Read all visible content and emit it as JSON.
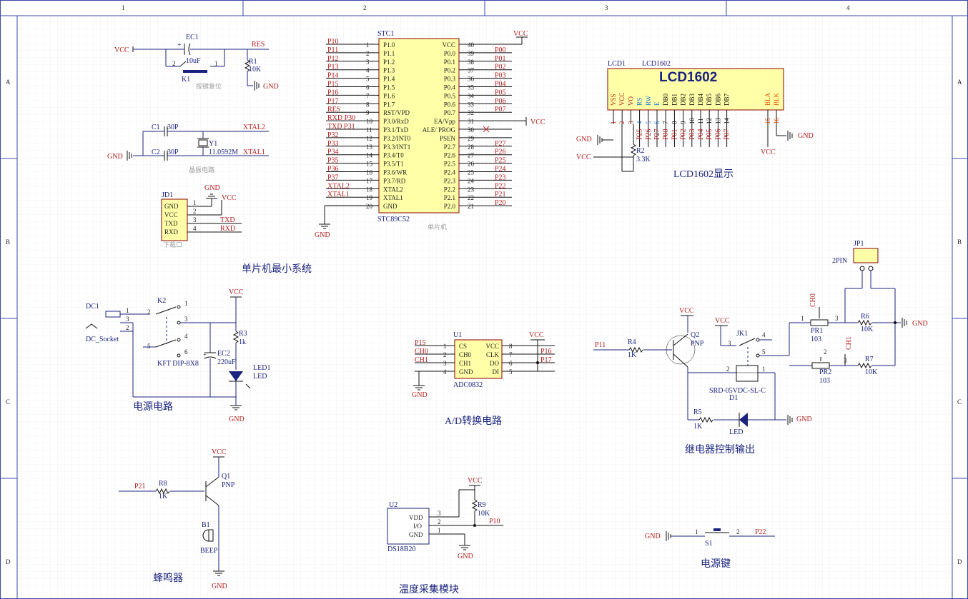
{
  "frame": {
    "columns": [
      "1",
      "2",
      "3",
      "4"
    ],
    "rows": [
      "A",
      "B",
      "C",
      "D"
    ]
  },
  "sections": {
    "mcu_min": "单片机最小系统",
    "power": "电源电路",
    "ad": "A/D转换电路",
    "relay": "继电器控制输出",
    "buzzer": "蜂鸣器",
    "temp": "温度采集模块",
    "power_key": "电源键",
    "lcd": "LCD1602显示"
  },
  "captions": {
    "reset": "按键复位",
    "crystal": "晶振电路",
    "download": "下载口",
    "mcu": "单片机"
  },
  "reset": {
    "vcc": "VCC",
    "ec1": "EC1",
    "ec1_val": "10uF",
    "plus": "+",
    "res": "RES",
    "r1": "R1",
    "r1_val": "10K",
    "gnd": "GND",
    "k1": "K1",
    "p2": "2",
    "p1": "1"
  },
  "crystal": {
    "c1": "C1",
    "c1_val": "30P",
    "c2": "C2",
    "c2_val": "30P",
    "y1": "Y1",
    "y1_val": "11.0592M",
    "xtal2": "XTAL2",
    "xtal1": "XTAL1",
    "gnd": "GND"
  },
  "jd1": {
    "ref": "JD1",
    "gnd": "GND",
    "vcc": "VCC",
    "pins": [
      "GND",
      "VCC",
      "TXD",
      "RXD"
    ],
    "nums": [
      "1",
      "2",
      "3",
      "4"
    ],
    "nets": [
      "TXD",
      "RXD"
    ]
  },
  "stc": {
    "ref": "STC1",
    "part": "STC89C52",
    "vcc": "VCC",
    "gnd": "GND",
    "vcc2": "VCC",
    "left": [
      {
        "net": "P10",
        "num": "1",
        "pin": "P1.0"
      },
      {
        "net": "P11",
        "num": "2",
        "pin": "P1.1"
      },
      {
        "net": "P12",
        "num": "3",
        "pin": "P1.2"
      },
      {
        "net": "P13",
        "num": "4",
        "pin": "P1.3"
      },
      {
        "net": "P14",
        "num": "5",
        "pin": "P1.4"
      },
      {
        "net": "P15",
        "num": "6",
        "pin": "P1.5"
      },
      {
        "net": "P16",
        "num": "7",
        "pin": "P1.6"
      },
      {
        "net": "P17",
        "num": "8",
        "pin": "P1.7"
      },
      {
        "net": "RES",
        "num": "9",
        "pin": "RST/VPD"
      },
      {
        "net": "RXD P30",
        "num": "10",
        "pin": "P3.0/RxD"
      },
      {
        "net": "TXD P31",
        "num": "11",
        "pin": "P3.1/TxD"
      },
      {
        "net": "P32",
        "num": "12",
        "pin": "P3.2/INT0"
      },
      {
        "net": "P33",
        "num": "13",
        "pin": "P3.3/INT1"
      },
      {
        "net": "P34",
        "num": "14",
        "pin": "P3.4/T0"
      },
      {
        "net": "P35",
        "num": "15",
        "pin": "P3.5/T1"
      },
      {
        "net": "P36",
        "num": "16",
        "pin": "P3.6/WR"
      },
      {
        "net": "P37",
        "num": "17",
        "pin": "P3.7/RD"
      },
      {
        "net": "XTAL2",
        "num": "18",
        "pin": "XTAL2"
      },
      {
        "net": "XTAL1",
        "num": "19",
        "pin": "XTAL1"
      },
      {
        "net": "",
        "num": "20",
        "pin": "GND"
      }
    ],
    "right": [
      {
        "net": "",
        "num": "40",
        "pin": "VCC"
      },
      {
        "net": "P00",
        "num": "39",
        "pin": "P0.0"
      },
      {
        "net": "P01",
        "num": "38",
        "pin": "P0.1"
      },
      {
        "net": "P02",
        "num": "37",
        "pin": "P0.2"
      },
      {
        "net": "P03",
        "num": "36",
        "pin": "P0.3"
      },
      {
        "net": "P04",
        "num": "35",
        "pin": "P0.4"
      },
      {
        "net": "P05",
        "num": "34",
        "pin": "P0.5"
      },
      {
        "net": "P06",
        "num": "33",
        "pin": "P0.6"
      },
      {
        "net": "P07",
        "num": "32",
        "pin": "P0.7"
      },
      {
        "net": "",
        "num": "31",
        "pin": "EA/Vpp"
      },
      {
        "net": "",
        "num": "30",
        "pin": "ALE/ PROG"
      },
      {
        "net": "",
        "num": "29",
        "pin": "PSEN"
      },
      {
        "net": "P27",
        "num": "28",
        "pin": "P2.7"
      },
      {
        "net": "P26",
        "num": "27",
        "pin": "P2.6"
      },
      {
        "net": "P25",
        "num": "26",
        "pin": "P2.5"
      },
      {
        "net": "P24",
        "num": "25",
        "pin": "P2.4"
      },
      {
        "net": "P23",
        "num": "24",
        "pin": "P2.3"
      },
      {
        "net": "P22",
        "num": "23",
        "pin": "P2.2"
      },
      {
        "net": "P21",
        "num": "22",
        "pin": "P2.1"
      },
      {
        "net": "P20",
        "num": "21",
        "pin": "P2.0"
      }
    ]
  },
  "lcd": {
    "ref": "LCD1",
    "part": "LCD1602",
    "title": "LCD1602",
    "pins": [
      "VSS",
      "VCC",
      "VO",
      "RS",
      "RW",
      "E",
      "DB0",
      "DB1",
      "DB2",
      "DB3",
      "DB4",
      "DB5",
      "DB6",
      "DB7",
      "BLA",
      "BLK"
    ],
    "nums": [
      "1",
      "2",
      "3",
      "4",
      "5",
      "6",
      "7",
      "8",
      "9",
      "10",
      "11",
      "12",
      "13",
      "14",
      "15",
      "16"
    ],
    "nets": [
      "",
      "",
      "",
      "P25",
      "P26",
      "P27",
      "P00",
      "P01",
      "P02",
      "P03",
      "P04",
      "P05",
      "P06",
      "P07",
      "",
      ""
    ],
    "gnd": "GND",
    "vcc": "VCC",
    "r2": "R2",
    "r2_val": "3.3K",
    "gnd2": "GND",
    "vcc2": "VCC"
  },
  "power": {
    "dc1": "DC1",
    "dc_socket": "DC_Socket",
    "k2": "K2",
    "kft": "KFT DIP-8X8",
    "vcc": "VCC",
    "r3": "R3",
    "r3_val": "1k",
    "ec2": "EC2",
    "ec2_val": "220uF",
    "led1": "LED1",
    "led": "LED",
    "gnd": "GND",
    "k2_pins": [
      "2",
      "1",
      "3",
      "4",
      "5",
      "6"
    ],
    "dc_pins": [
      "1",
      "3",
      "2"
    ]
  },
  "adc": {
    "ref": "U1",
    "part": "ADC0832",
    "left": [
      {
        "net": "P15",
        "num": "1",
        "pin": "CS"
      },
      {
        "net": "CH0",
        "num": "2",
        "pin": "CH0"
      },
      {
        "net": "CH1",
        "num": "3",
        "pin": "CH1"
      },
      {
        "net": "",
        "num": "4",
        "pin": "GND"
      }
    ],
    "right": [
      {
        "net": "",
        "num": "8",
        "pin": "VCC"
      },
      {
        "net": "P16",
        "num": "7",
        "pin": "CLK"
      },
      {
        "net": "P17",
        "num": "6",
        "pin": "DO"
      },
      {
        "net": "",
        "num": "5",
        "pin": "DI"
      }
    ],
    "vcc": "VCC",
    "gnd": "GND"
  },
  "relay": {
    "jp1": "JP1",
    "twopin": "2PIN",
    "vcc_q2": "VCC",
    "vcc_jk": "VCC",
    "p11": "P11",
    "r4": "R4",
    "r4_val": "1K",
    "q2": "Q2",
    "pnp": "PNP",
    "jk1": "JK1",
    "jk_pins": [
      "3",
      "4",
      "5",
      "2",
      "1"
    ],
    "srd": "SRD-05VDC-SL-C",
    "d1": "D1",
    "r5": "R5",
    "r5_val": "1K",
    "led": "LED",
    "gnd": "GND",
    "ch0": "CH0",
    "ch1": "CH1",
    "pr1": "PR1",
    "pr1_val": "103",
    "pr2": "PR2",
    "pr2_val": "103",
    "r6": "R6",
    "r6_val": "10K",
    "r7": "R7",
    "r7_val": "10K",
    "gnd2": "GND",
    "nums": [
      "1",
      "2",
      "3",
      "1",
      "2",
      "3"
    ]
  },
  "buzzer": {
    "vcc": "VCC",
    "p21": "P21",
    "r8": "R8",
    "r8_val": "1K",
    "q1": "Q1",
    "pnp": "PNP",
    "b1": "B1",
    "beep": "BEEP",
    "gnd": "GND"
  },
  "temp": {
    "u2": "U2",
    "part": "DS18B20",
    "pins": [
      "VDD",
      "I/O",
      "GND"
    ],
    "nums": [
      "3",
      "2",
      "1"
    ],
    "vcc": "VCC",
    "r9": "R9",
    "r9_val": "10K",
    "p10": "P10",
    "gnd": "GND"
  },
  "pkey": {
    "gnd": "GND",
    "s1": "S1",
    "p22": "P22",
    "n1": "1",
    "n2": "2"
  }
}
